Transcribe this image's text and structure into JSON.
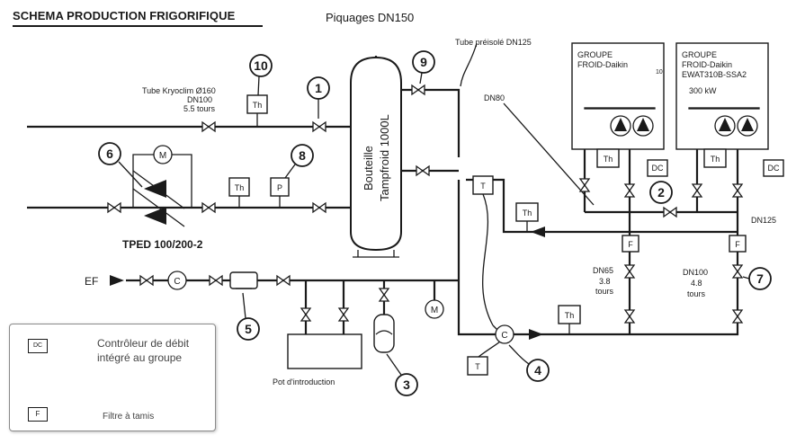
{
  "title": "SCHEMA PRODUCTION FRIGORIFIQUE",
  "subtitle": "Piquages DN150",
  "tank": {
    "line1": "Bouteille",
    "line2": "Tampfroid 1000L"
  },
  "groups": [
    {
      "line1": "GROUPE",
      "line2": "FROID-Daikin",
      "line3": "",
      "line4": ""
    },
    {
      "line1": "GROUPE",
      "line2": "FROID-Daikin",
      "line3": "EWAT310B-SSA2",
      "line4": "300 kW"
    }
  ],
  "labels": {
    "tube_kryoclim": "Tube Kryoclim Ø160",
    "dn100_a": "DN100",
    "tours_a": "5.5 tours",
    "tube_preisole": "Tube préisolé DN125",
    "dn80": "DN80",
    "dn125": "DN125",
    "dn65": "DN65",
    "dn65_val": "3.8",
    "dn65_unit": "tours",
    "dn100_b": "DN100",
    "dn100_b_val": "4.8",
    "dn100_b_unit": "tours",
    "tped": "TPED 100/200-2",
    "ef": "EF",
    "pot": "Pot d'introduction",
    "stray": "10"
  },
  "symbols": {
    "th": "Th",
    "p": "P",
    "t": "T",
    "f": "F",
    "dc": "DC",
    "m": "M",
    "c": "C"
  },
  "callouts": [
    "1",
    "2",
    "3",
    "4",
    "5",
    "6",
    "7",
    "8",
    "9",
    "10"
  ],
  "legend": {
    "dc_symbol": "DC",
    "dc_line1": "Contrôleur de débit",
    "dc_line2": "intégré au groupe",
    "f_symbol": "F",
    "f_text": "Filtre à tamis"
  }
}
